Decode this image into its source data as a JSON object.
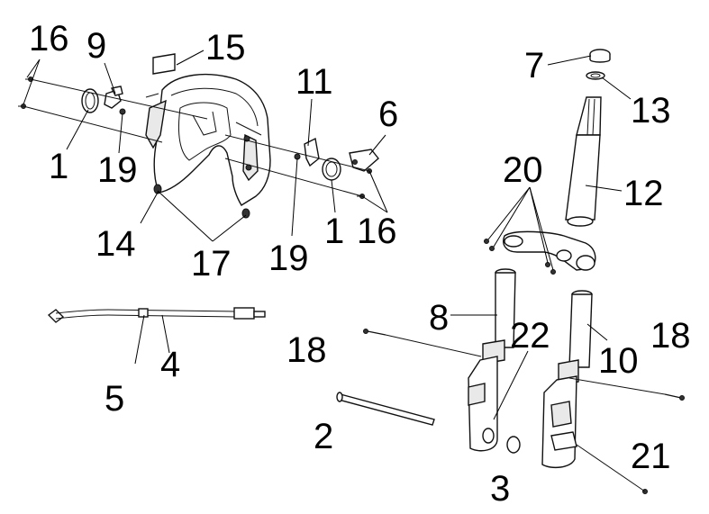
{
  "diagram": {
    "callouts": [
      {
        "id": "c16a",
        "text": "16"
      },
      {
        "id": "c9",
        "text": "9"
      },
      {
        "id": "c15",
        "text": "15"
      },
      {
        "id": "c11",
        "text": "11"
      },
      {
        "id": "c6",
        "text": "6"
      },
      {
        "id": "c1a",
        "text": "1"
      },
      {
        "id": "c19a",
        "text": "19"
      },
      {
        "id": "c14",
        "text": "14"
      },
      {
        "id": "c17",
        "text": "17"
      },
      {
        "id": "c19b",
        "text": "19"
      },
      {
        "id": "c1b",
        "text": "1"
      },
      {
        "id": "c16b",
        "text": "16"
      },
      {
        "id": "c7",
        "text": "7"
      },
      {
        "id": "c13",
        "text": "13"
      },
      {
        "id": "c20",
        "text": "20"
      },
      {
        "id": "c12",
        "text": "12"
      },
      {
        "id": "c8",
        "text": "8"
      },
      {
        "id": "c22",
        "text": "22"
      },
      {
        "id": "c10",
        "text": "10"
      },
      {
        "id": "c18a",
        "text": "18"
      },
      {
        "id": "c18b",
        "text": "18"
      },
      {
        "id": "c5",
        "text": "5"
      },
      {
        "id": "c4",
        "text": "4"
      },
      {
        "id": "c2",
        "text": "2"
      },
      {
        "id": "c3",
        "text": "3"
      },
      {
        "id": "c21",
        "text": "21"
      }
    ]
  }
}
